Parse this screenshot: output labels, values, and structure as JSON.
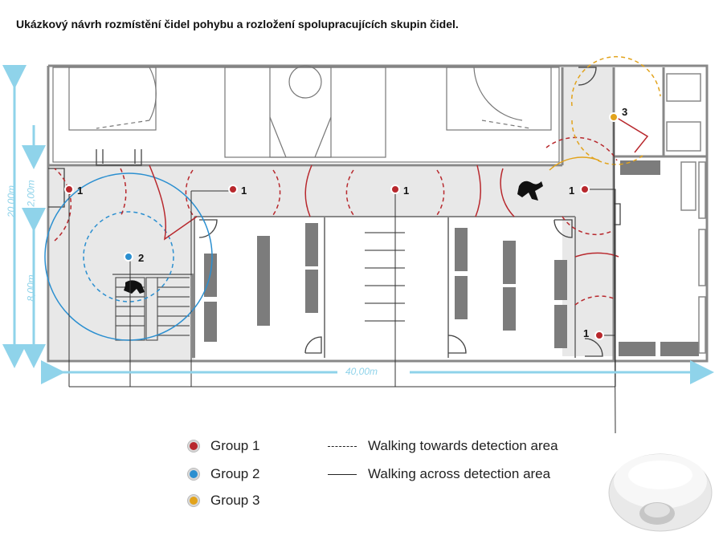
{
  "title": "Ukázkový návrh rozmístění čidel pohybu a rozložení spolupracujících skupin čidel.",
  "dimensions": {
    "total_width": "40,00m",
    "total_height": "20,00m",
    "upper_height": "2,00m",
    "lower_height": "8,00m"
  },
  "legend": {
    "group1": "Group 1",
    "group2": "Group 2",
    "group3": "Group 3",
    "dashed": "Walking towards detection area",
    "solid": "Walking across detection area"
  },
  "colors": {
    "group1": "#b8282d",
    "group2": "#2b8fd0",
    "group3": "#e2a31c",
    "dimension": "#8fd3ea"
  },
  "sensor_labels": {
    "s1a": "1",
    "s1b": "1",
    "s1c": "1",
    "s1d": "1",
    "s1e": "1",
    "s2": "2",
    "s3": "3"
  }
}
